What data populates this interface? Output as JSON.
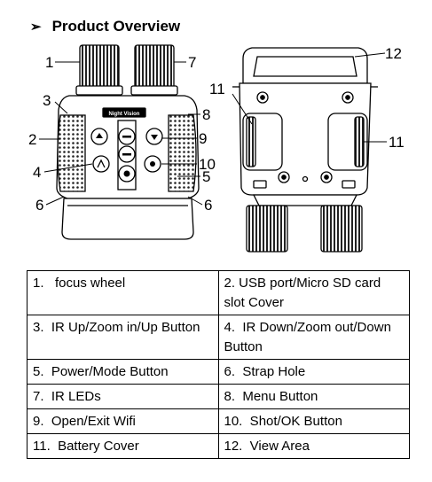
{
  "section": {
    "arrow_glyph": "➢",
    "title": "Product Overview"
  },
  "figure": {
    "front_view": {
      "brand_label": "Night Vision",
      "callouts": [
        "1",
        "7",
        "3",
        "8",
        "2",
        "9",
        "4",
        "10",
        "5",
        "6",
        "6"
      ]
    },
    "back_view": {
      "callouts": [
        "12",
        "11",
        "11"
      ]
    }
  },
  "parts_table": {
    "rows": [
      [
        "1.   focus wheel",
        "2. USB port/Micro SD card slot Cover"
      ],
      [
        "3.  IR Up/Zoom in/Up Button",
        "4.  IR Down/Zoom out/Down Button"
      ],
      [
        "5.  Power/Mode Button",
        "6.  Strap Hole"
      ],
      [
        "7.  IR LEDs",
        "8.  Menu Button"
      ],
      [
        "9.  Open/Exit Wifi",
        "10.  Shot/OK Button"
      ],
      [
        "11.  Battery Cover",
        "12.  View Area"
      ]
    ]
  }
}
